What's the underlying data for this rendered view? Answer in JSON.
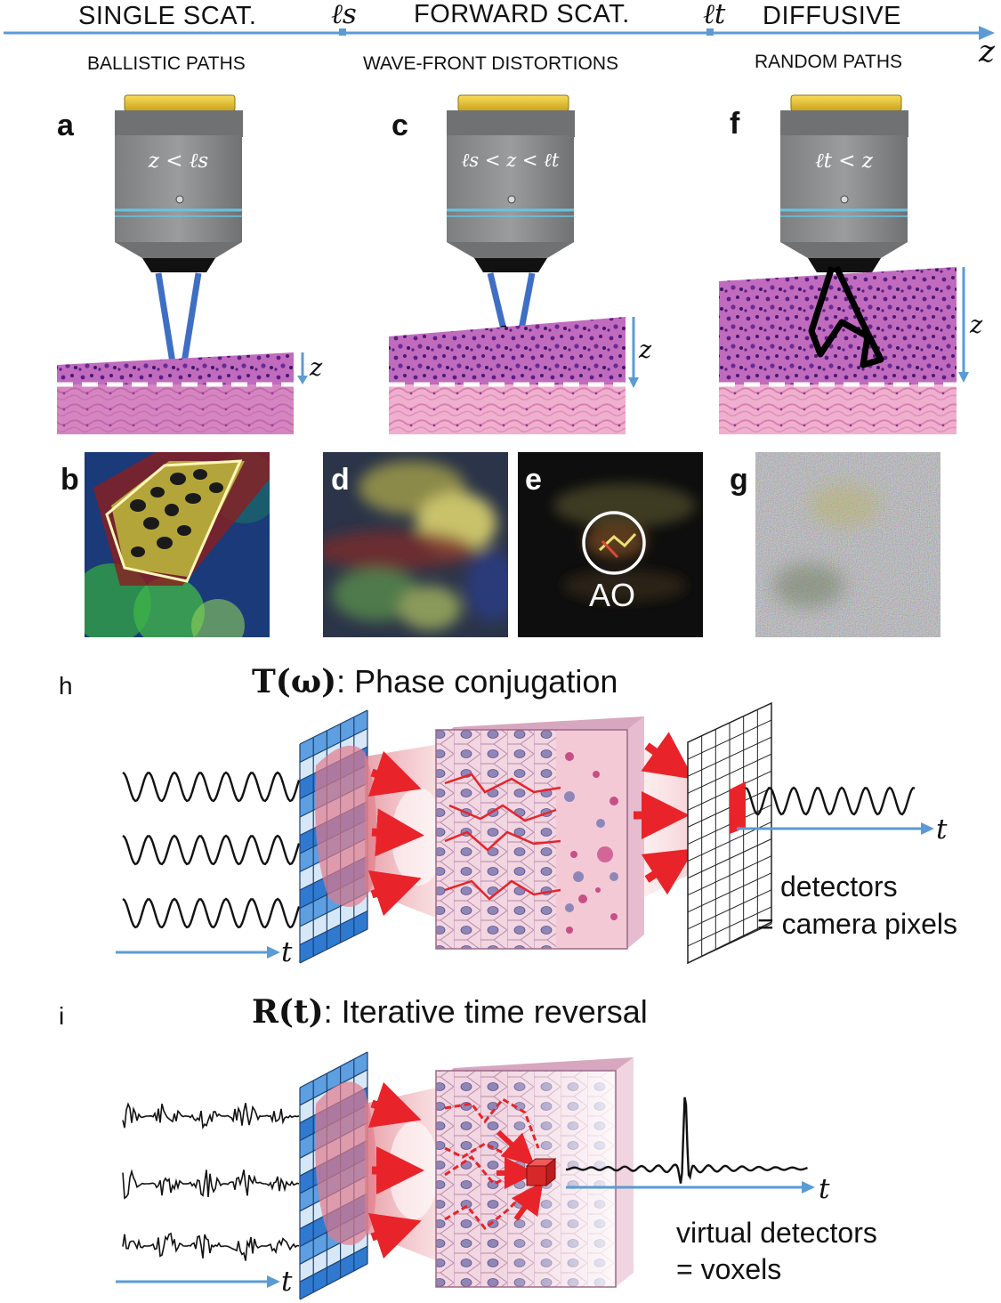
{
  "axis": {
    "regimes": [
      "SINGLE SCAT.",
      "FORWARD SCAT.",
      "DIFFUSIVE"
    ],
    "subtitles": [
      "BALLISTIC PATHS",
      "WAVE-FRONT DISTORTIONS",
      "RANDOM PATHS"
    ],
    "tick_ls": "ℓs",
    "tick_lt": "ℓt",
    "axis_label": "z"
  },
  "panels": {
    "a": {
      "letter": "a",
      "condition": "z < ℓs",
      "depth_label": "z"
    },
    "c": {
      "letter": "c",
      "condition": "ℓs < z < ℓt",
      "depth_label": "z"
    },
    "f": {
      "letter": "f",
      "condition": "ℓt < z",
      "depth_label": "z"
    },
    "b": {
      "letter": "b"
    },
    "d": {
      "letter": "d"
    },
    "e": {
      "letter": "e",
      "annotation": "AO"
    },
    "g": {
      "letter": "g"
    }
  },
  "section_h": {
    "letter": "h",
    "symbol": "T(ω)",
    "title": ": Phase conjugation",
    "time_label_in": "t",
    "time_label_out": "t",
    "detectors_line1": "detectors",
    "detectors_line2": "= camera pixels"
  },
  "section_i": {
    "letter": "i",
    "symbol": "R(t)",
    "title": ": Iterative time reversal",
    "time_label_in": "t",
    "time_label_out": "t",
    "detectors_line1": "virtual detectors",
    "detectors_line2": "= voxels"
  },
  "colors": {
    "axis_blue": "#5b9bd5",
    "beam_blue": "#3e6fc4",
    "slm_blue": "#4a90d9",
    "ray_red": "#e8242a",
    "tissue_pink": "#e9a9c6",
    "tissue_purple": "#6b2a8c",
    "objective_gray": "#8a8c8e",
    "objective_gold": "#e8c530"
  }
}
